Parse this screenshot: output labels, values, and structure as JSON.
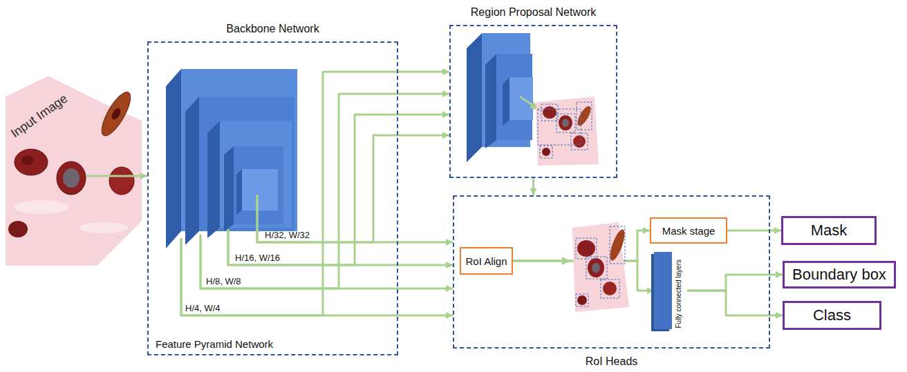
{
  "diagram": {
    "nodes": [
      {
        "text": [
          "Input Image"
        ]
      },
      {
        "text": [
          "Backbone Network",
          "Feature Pyramid Network"
        ]
      },
      {
        "text": [
          "Region Proposal Network"
        ]
      },
      {
        "text": [
          "RoI Heads"
        ]
      },
      {
        "text": [
          "RoI Align"
        ],
        "in": 3
      },
      {
        "text": [
          "Mask stage"
        ],
        "in": 3
      },
      {
        "text": [
          "Fully connected layers"
        ],
        "in": 3
      },
      {
        "text": [
          "Mask"
        ]
      },
      {
        "text": [
          "Boundary box"
        ]
      },
      {
        "text": [
          "Class"
        ]
      }
    ],
    "edges": [
      {
        "from": 0,
        "to": 1,
        "arrow": "to"
      },
      {
        "from": 1,
        "to": 2,
        "arrow": "to"
      },
      {
        "from": 1,
        "to": 2,
        "arrow": "to"
      },
      {
        "from": 1,
        "to": 2,
        "arrow": "to"
      },
      {
        "from": 1,
        "to": 2,
        "arrow": "to"
      },
      {
        "from": 1,
        "to": 3,
        "arrow": "to"
      },
      {
        "from": 1,
        "to": 3,
        "arrow": "to"
      },
      {
        "from": 1,
        "to": 3,
        "arrow": "to"
      },
      {
        "from": 1,
        "to": 3,
        "arrow": "to"
      },
      {
        "from": 2,
        "to": 3,
        "arrow": "to"
      },
      {
        "from": 4,
        "to": 5,
        "arrow": "to"
      },
      {
        "from": 4,
        "to": 6,
        "arrow": "to"
      },
      {
        "from": 5,
        "to": 7,
        "arrow": "to"
      },
      {
        "from": 6,
        "to": 8,
        "arrow": "to"
      },
      {
        "from": 6,
        "to": 9,
        "arrow": "to"
      }
    ],
    "labels": [
      "H/32, W/32",
      "H/16, W/16",
      "H/8, W/8",
      "H/4, W/4"
    ]
  }
}
